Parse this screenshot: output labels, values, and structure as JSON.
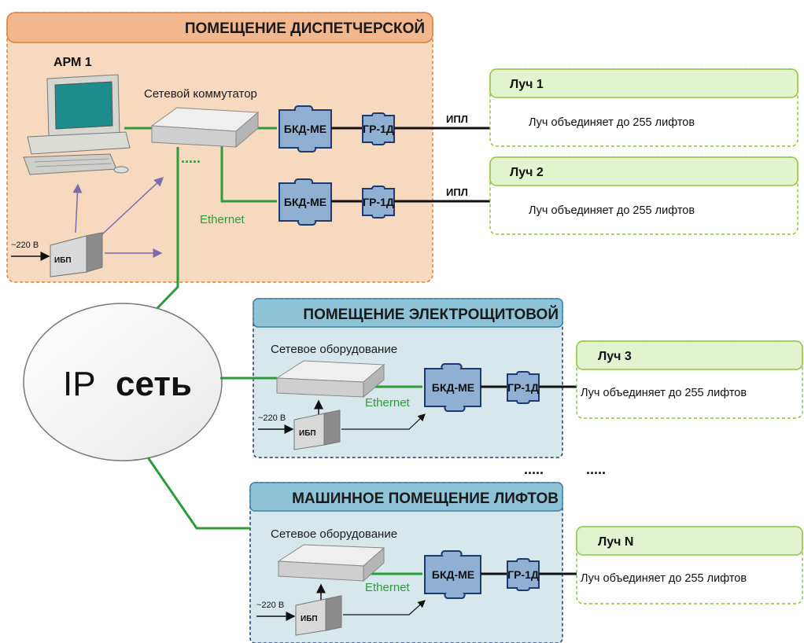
{
  "rooms": {
    "dispatch": {
      "title": "ПОМЕЩЕНИЕ ДИСПЕТЧЕРСКОЙ"
    },
    "electro": {
      "title": "ПОМЕЩЕНИЕ ЭЛЕКТРОЩИТОВОЙ"
    },
    "machine": {
      "title": "МАШИННОЕ ПОМЕЩЕНИЕ ЛИФТОВ"
    }
  },
  "labels": {
    "arm": "АРМ 1",
    "switch": "Сетевой коммутатор",
    "ethernet": "Ethernet",
    "network_equipment": "Сетевое оборудование",
    "ipl": "ИПЛ",
    "voltage": "~220 В",
    "ups": "ИБП",
    "ip_network_prefix": "IP",
    "ip_network_suffix": "сеть",
    "dots": "....."
  },
  "devices": {
    "bkd": "БКД-МЕ",
    "gr": "ГР-1Д"
  },
  "beams": [
    {
      "title": "Луч 1",
      "text": "Луч объединяет до 255 лифтов"
    },
    {
      "title": "Луч 2",
      "text": "Луч объединяет до 255 лифтов"
    },
    {
      "title": "Луч 3",
      "text": "Луч объединяет до 255 лифтов"
    },
    {
      "title": "Луч N",
      "text": "Луч объединяет до 255 лифтов"
    }
  ],
  "colors": {
    "dispatch_fill": "#f7d9bf",
    "dispatch_header": "#f2b78c",
    "blue_room_fill": "#d6e8ec",
    "blue_room_header": "#8ec3d8",
    "device_fill": "#8fb0d3",
    "device_stroke": "#1f3a70",
    "ethernet_green": "#2e9a3c",
    "beam_header": "#e3f3cf",
    "beam_border": "#8cc63f",
    "arrow_purple": "#7b6bb0"
  }
}
